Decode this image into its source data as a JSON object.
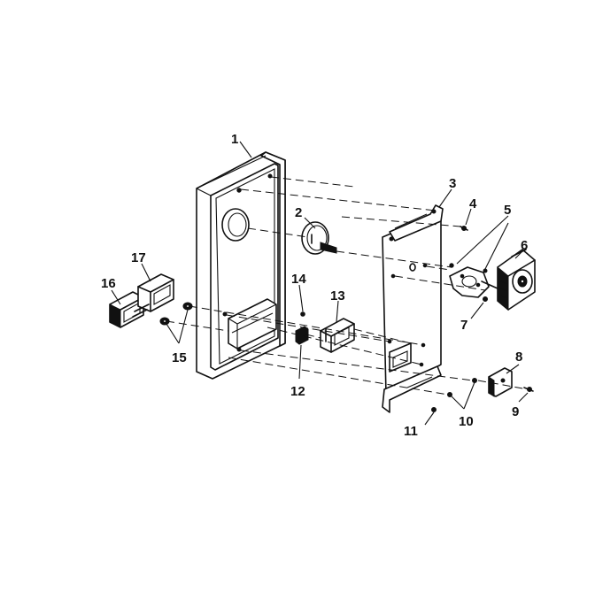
{
  "callouts": [
    {
      "id": "1",
      "text": "1"
    },
    {
      "id": "2",
      "text": "2"
    },
    {
      "id": "3",
      "text": "3"
    },
    {
      "id": "4",
      "text": "4"
    },
    {
      "id": "5",
      "text": "5"
    },
    {
      "id": "6",
      "text": "6"
    },
    {
      "id": "7",
      "text": "7"
    },
    {
      "id": "8",
      "text": "8"
    },
    {
      "id": "9",
      "text": "9"
    },
    {
      "id": "10",
      "text": "10"
    },
    {
      "id": "11",
      "text": "11"
    },
    {
      "id": "12",
      "text": "12"
    },
    {
      "id": "13",
      "text": "13"
    },
    {
      "id": "14",
      "text": "14"
    },
    {
      "id": "15",
      "text": "15"
    },
    {
      "id": "16",
      "text": "16"
    },
    {
      "id": "17",
      "text": "17"
    }
  ],
  "colors": {
    "ink": "#111111",
    "paper": "#ffffff"
  }
}
